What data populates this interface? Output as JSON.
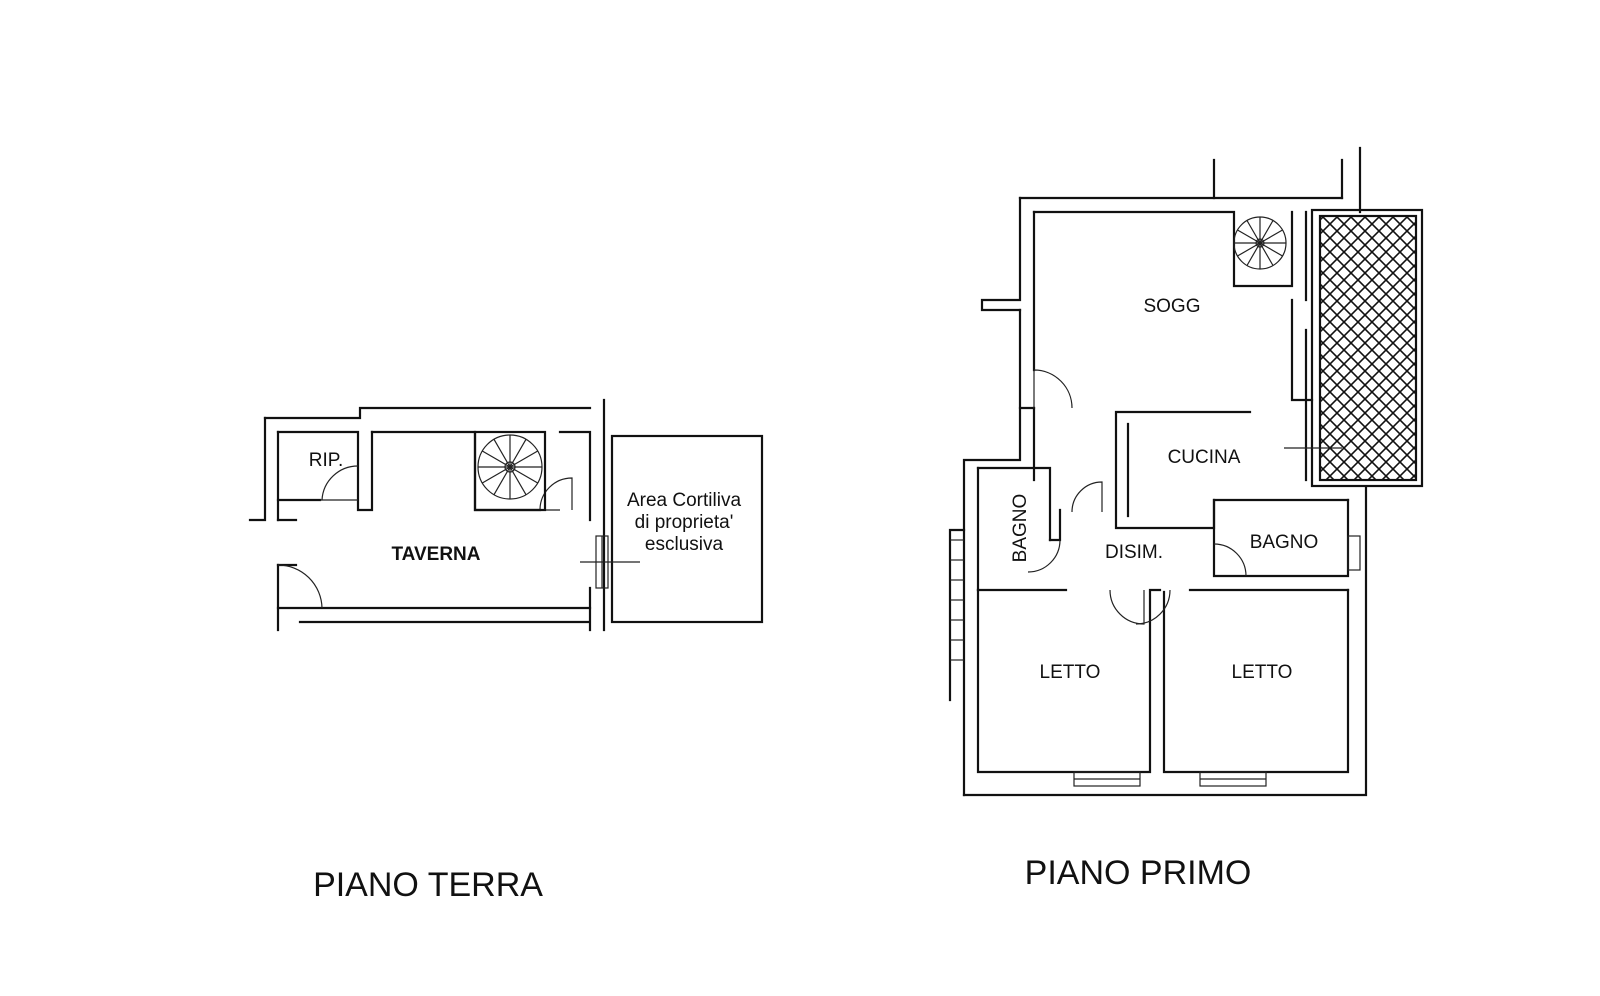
{
  "ground_floor": {
    "title": "PIANO TERRA",
    "rooms": {
      "rip": "RIP.",
      "taverna": "TAVERNA"
    },
    "courtyard": [
      "Area Cortiliva",
      "di proprieta'",
      "esclusiva"
    ]
  },
  "first_floor": {
    "title": "PIANO PRIMO",
    "rooms": {
      "sogg": "SOGG",
      "cucina": "CUCINA",
      "bagno_left": "BAGNO",
      "bagno_right": "BAGNO",
      "disim": "DISIM.",
      "letto_left": "LETTO",
      "letto_right": "LETTO"
    }
  },
  "colors": {
    "line": "#111111",
    "background": "#ffffff"
  },
  "icons": [
    "spiral-staircase-icon",
    "door-swing-icon",
    "window-icon",
    "hatched-terrace"
  ]
}
